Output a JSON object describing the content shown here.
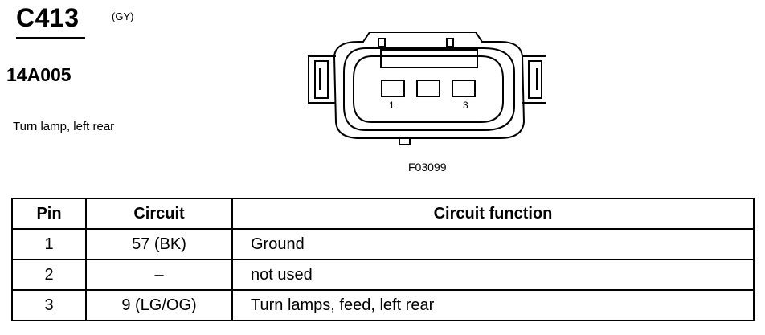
{
  "connector": {
    "id": "C413",
    "color_code": "(GY)",
    "part_number": "14A005",
    "description": "Turn lamp, left rear"
  },
  "diagram": {
    "figure_id": "F03099",
    "pin_labels": [
      "1",
      "3"
    ]
  },
  "table": {
    "headers": {
      "pin": "Pin",
      "circuit": "Circuit",
      "function": "Circuit function"
    },
    "rows": [
      {
        "pin": "1",
        "circuit": "57 (BK)",
        "function": "Ground"
      },
      {
        "pin": "2",
        "circuit": "–",
        "function": "not used"
      },
      {
        "pin": "3",
        "circuit": "9 (LG/OG)",
        "function": "Turn lamps, feed, left rear"
      }
    ]
  }
}
